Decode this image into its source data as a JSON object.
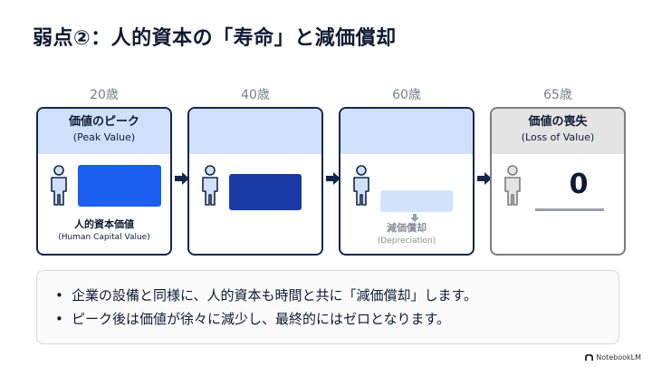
{
  "title": "弱点②：人的資本の「寿命」と減価償却",
  "stages": [
    {
      "age": "20歳",
      "header_main": "価値のピーク",
      "header_sub": "(Peak Value)",
      "label_main": "人的資本価値",
      "label_sub": "(Human Capital Value)",
      "bar_color": "#1a5ff0",
      "level": 1.0
    },
    {
      "age": "40歳",
      "header_main": "",
      "header_sub": "",
      "bar_color": "#1a3ba6",
      "level": 1.0
    },
    {
      "age": "60歳",
      "header_main": "",
      "header_sub": "",
      "label_main": "減価償却",
      "label_sub": "(Depreciation)",
      "bar_color": "#d3e3fb",
      "level": 0.4
    },
    {
      "age": "65歳",
      "header_main": "価値の喪失",
      "header_sub": "(Loss of Value)",
      "value": "0"
    }
  ],
  "colors": {
    "navy": "#16264a",
    "header_blue": "#cfe0fb",
    "grey": "#7d7d7d"
  },
  "bullets": [
    "企業の設備と同様に、人的資本も時間と共に「減価償却」します。",
    "ピーク後は価値が徐々に減少し、最終的にはゼロとなります。"
  ],
  "bullet_symbol": "•",
  "brand": {
    "name": "NotebookLM",
    "icon": "notebooklm-logo-icon"
  }
}
